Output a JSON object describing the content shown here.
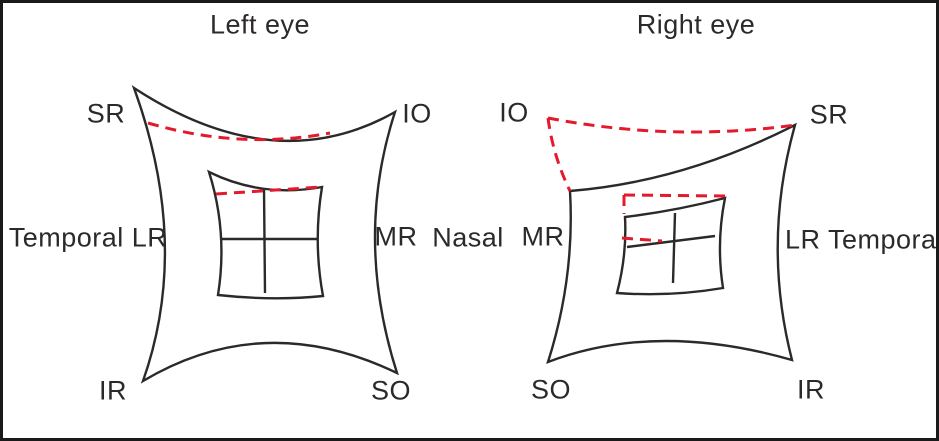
{
  "figure": {
    "type": "hess-chart",
    "description_visible_text_only": true
  },
  "colors": {
    "line": "#2b2a29",
    "dashed": "#e4192c",
    "text": "#2b2a29",
    "frame": "#1a1a1a",
    "background": "#ffffff"
  },
  "left_eye": {
    "title": "Left eye",
    "labels": {
      "top_left": "SR",
      "top_right": "IO",
      "left": "Temporal LR",
      "right": "MR",
      "bottom_left": "IR",
      "bottom_right": "SO"
    }
  },
  "right_eye": {
    "title": "Right eye",
    "labels": {
      "top_left": "IO",
      "top_right": "SR",
      "left": "MR",
      "right": "LR Temporal",
      "bottom_left": "SO",
      "bottom_right": "IR"
    }
  },
  "shared": {
    "nasal_label": "Nasal"
  }
}
